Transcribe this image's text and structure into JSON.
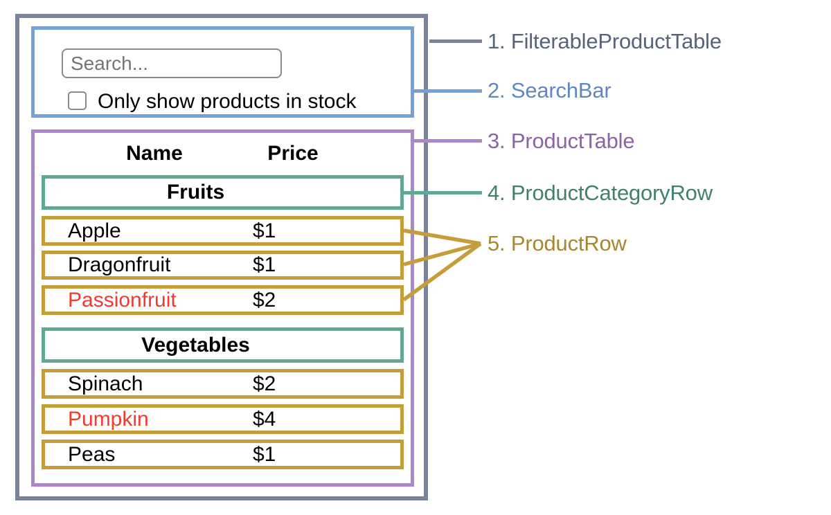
{
  "legend": {
    "items": [
      {
        "text": "1. FilterableProductTable",
        "color": "#56637a",
        "line_color": "#78849b"
      },
      {
        "text": "2. SearchBar",
        "color": "#5f88be",
        "line_color": "#75a1d6"
      },
      {
        "text": "3. ProductTable",
        "color": "#8d62a7",
        "line_color": "#ad85cb"
      },
      {
        "text": "4. ProductCategoryRow",
        "color": "#42806e",
        "line_color": "#61a793"
      },
      {
        "text": "5. ProductRow",
        "color": "#a9872c",
        "line_color": "#c69d3b"
      }
    ]
  },
  "search_bar": {
    "search_placeholder": "Search...",
    "search_value": "",
    "checkbox_label": "Only show products in stock",
    "checkbox_checked": false
  },
  "product_table": {
    "headers": [
      "Name",
      "Price"
    ],
    "sections": [
      {
        "category": "Fruits",
        "products": [
          {
            "name": "Apple",
            "price": "$1",
            "name_color": "#000000"
          },
          {
            "name": "Dragonfruit",
            "price": "$1",
            "name_color": "#000000"
          },
          {
            "name": "Passionfruit",
            "price": "$2",
            "name_color": "#f4392e"
          }
        ]
      },
      {
        "category": "Vegetables",
        "products": [
          {
            "name": "Spinach",
            "price": "$2",
            "name_color": "#000000"
          },
          {
            "name": "Pumpkin",
            "price": "$4",
            "name_color": "#f4392e"
          },
          {
            "name": "Peas",
            "price": "$1",
            "name_color": "#000000"
          }
        ]
      }
    ]
  },
  "colors": {
    "outer_box_border": "#78849b",
    "searchbar_border": "#75a1d6",
    "producttable_border": "#ad85cb",
    "category_row_border": "#61a793",
    "product_row_border": "#c69d3b",
    "out_of_stock_text": "#f4392e",
    "input_border": "#8a8a8a",
    "placeholder_text": "#757575"
  }
}
